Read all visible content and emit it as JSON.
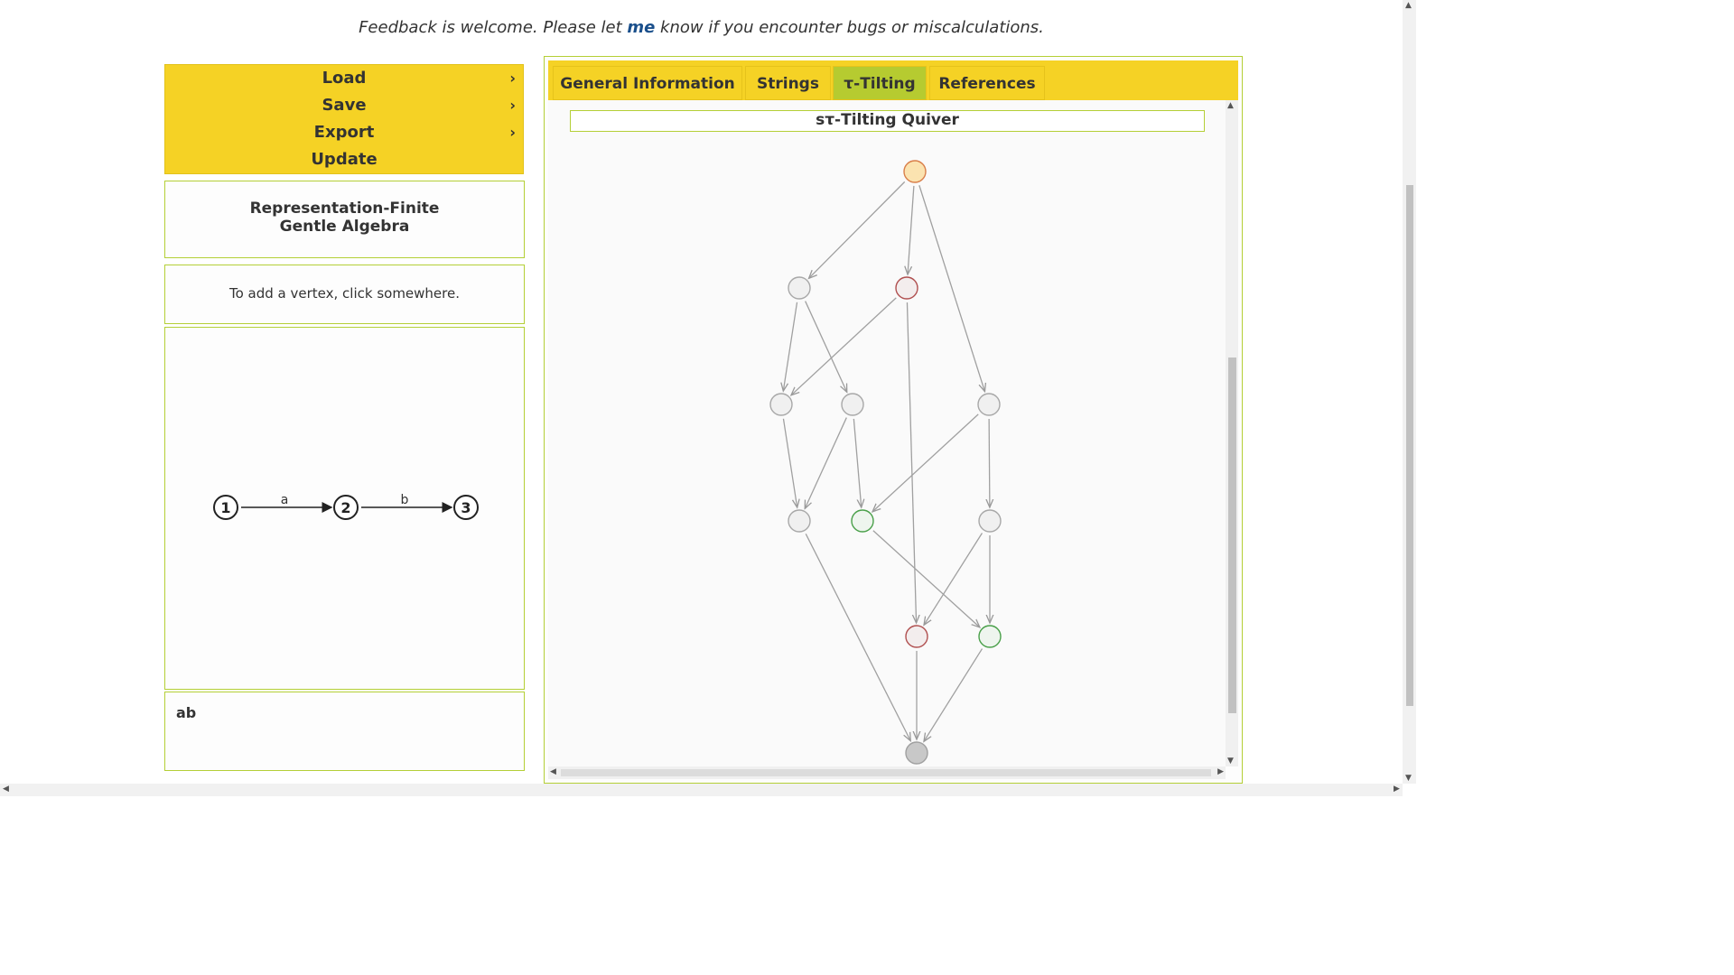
{
  "feedback": {
    "before": "Feedback is welcome. Please let ",
    "link": "me",
    "after": " know if you encounter bugs or miscalculations."
  },
  "menu": {
    "items": [
      {
        "label": "Load",
        "has_submenu": true
      },
      {
        "label": "Save",
        "has_submenu": true
      },
      {
        "label": "Export",
        "has_submenu": true
      },
      {
        "label": "Update",
        "has_submenu": false
      }
    ],
    "chevron": "›"
  },
  "algebra": {
    "title_line1": "Representation-Finite",
    "title_line2": "Gentle Algebra"
  },
  "hint": "To add a vertex, click somewhere.",
  "quiver": {
    "vertices": [
      "1",
      "2",
      "3"
    ],
    "arrows": [
      {
        "label": "a",
        "from": "1",
        "to": "2"
      },
      {
        "label": "b",
        "from": "2",
        "to": "3"
      }
    ]
  },
  "word": "ab",
  "tabs": {
    "items": [
      {
        "label": "General Information",
        "active": false
      },
      {
        "label": "Strings",
        "active": false
      },
      {
        "label": "τ-Tilting",
        "active": true
      },
      {
        "label": "References",
        "active": false
      }
    ]
  },
  "tilting": {
    "section_title": "sτ-Tilting Quiver"
  },
  "colors": {
    "yellow": "#f5d225",
    "green_border": "#b4cf36",
    "active_tab": "#b6cb30",
    "node_top": "#fbe3b0",
    "node_top_stroke": "#d97f4a",
    "node_red_stroke": "#b05050",
    "node_green_stroke": "#4aa04a",
    "node_bottom": "#c8c8c8"
  }
}
